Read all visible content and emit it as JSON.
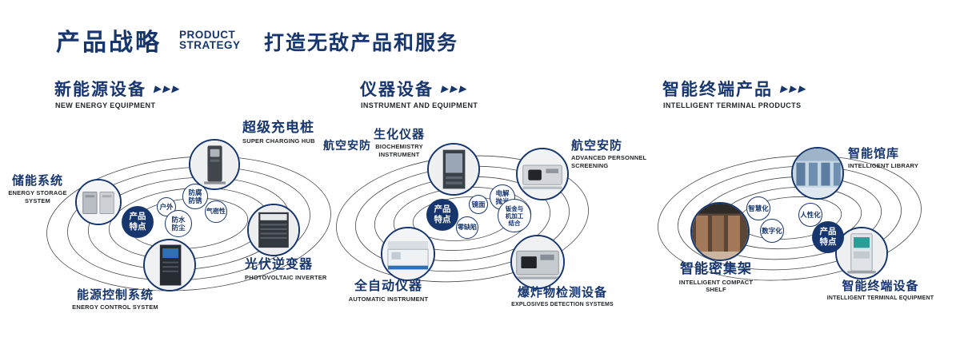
{
  "header": {
    "title": "产品战略",
    "subtitle": "PRODUCT STRATEGY",
    "tagline": "打造无敌产品和服务"
  },
  "arrow_icon": "▶▶▶",
  "sections": [
    {
      "title": "新能源设备",
      "subtitle": "NEW ENERGY EQUIPMENT",
      "center_label": "产品特点",
      "features": [
        "户外",
        "防腐防锈",
        "气密性",
        "防水防尘"
      ],
      "products": [
        {
          "name": "储能系统",
          "en": "ENERGY STORAGE SYSTEM"
        },
        {
          "name": "超级充电桩",
          "en": "SUPER CHARGING HUB"
        },
        {
          "name": "光伏逆变器",
          "en": "PHOTOVOLTAIC INVERTER"
        },
        {
          "name": "能源控制系统",
          "en": "ENERGY CONTROL SYSTEM"
        }
      ]
    },
    {
      "title": "仪器设备",
      "subtitle": "INSTRUMENT AND EQUIPMENT",
      "center_label": "产品特点",
      "side_label": "航空安防",
      "features": [
        "镜面",
        "电解抛光",
        "零缺陷",
        "钣金与机加工结合"
      ],
      "products": [
        {
          "name": "生化仪器",
          "en": "BIOCHEMISTRY INSTRUMENT"
        },
        {
          "name": "航空安防",
          "en": "ADVANCED PERSONNEL SCREENING"
        },
        {
          "name": "全自动仪器",
          "en": "AUTOMATIC INSTRUMENT"
        },
        {
          "name": "爆炸物检测设备",
          "en": "EXPLOSIVES DETECTION SYSTEMS"
        }
      ]
    },
    {
      "title": "智能终端产品",
      "subtitle": "INTELLIGENT TERMINAL PRODUCTS",
      "center_label": "产品特点",
      "features": [
        "智慧化",
        "人性化",
        "数字化"
      ],
      "products": [
        {
          "name": "智能馆库",
          "en": "INTELLIGENT LIBRARY"
        },
        {
          "name": "智能密集架",
          "en": "INTELLIGENT COMPACT SHELF"
        },
        {
          "name": "智能终端设备",
          "en": "INTELLIGENT TERMINAL EQUIPMENT"
        }
      ]
    }
  ]
}
